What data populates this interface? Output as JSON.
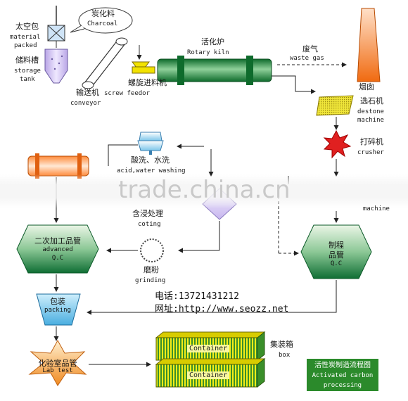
{
  "nodes": {
    "material_packed": {
      "cn": "太空包",
      "en1": "material",
      "en2": "packed"
    },
    "storage_tank": {
      "cn": "储料槽",
      "en1": "storage",
      "en2": "tank"
    },
    "charcoal": {
      "cn": "炭化料",
      "en": "Charcoal"
    },
    "conveyor": {
      "cn": "输送机",
      "en": "conveyor"
    },
    "screw_feeder": {
      "cn": "螺旋进料机",
      "en": "screw feedor"
    },
    "rotary_kiln": {
      "cn": "活化炉",
      "en": "Rotary kiln"
    },
    "waste_gas": {
      "cn": "废气",
      "en": "waste gas"
    },
    "chimney": {
      "cn": "烟囱"
    },
    "destone": {
      "cn": "选石机",
      "en1": "destone",
      "en2": "machine"
    },
    "crusher": {
      "cn": "打碎机",
      "en": "crusher"
    },
    "machine": {
      "en": "machine"
    },
    "acid_wash": {
      "cn": "酸洗、水洗",
      "en": "acid,water washing"
    },
    "coting": {
      "cn": "含浸处理",
      "en": "coting"
    },
    "grinding": {
      "cn": "磨粉",
      "en": "grinding"
    },
    "advanced_qc": {
      "cn": "二次加工品管",
      "en1": "advanced",
      "en2": "Q.C"
    },
    "process_qc": {
      "cn1": "制程",
      "cn2": "品管",
      "en": "Q.C"
    },
    "packing": {
      "cn": "包装",
      "en": "packing"
    },
    "lab_test": {
      "cn": "化验室品管",
      "en": "Lab test"
    },
    "box": {
      "cn": "集装箱",
      "en": "box"
    },
    "container1": "Container",
    "container2": "Container"
  },
  "contact": {
    "phone_label": "电话",
    "phone": ":13721431212",
    "site_label": "网址",
    "site": ":http://www.seozz.net"
  },
  "title": {
    "cn": "活性炭制造流程图",
    "en1": "Activated carbon",
    "en2": "processing"
  },
  "watermark": "trade.china.cn",
  "colors": {
    "green_dark": "#1f7a3a",
    "green_light": "#cfe8c8",
    "yellow": "#f2e200",
    "orange": "#f07c2a",
    "red": "#e02020",
    "blue_light": "#9fd4f0",
    "lilac": "#d6c8f0"
  }
}
